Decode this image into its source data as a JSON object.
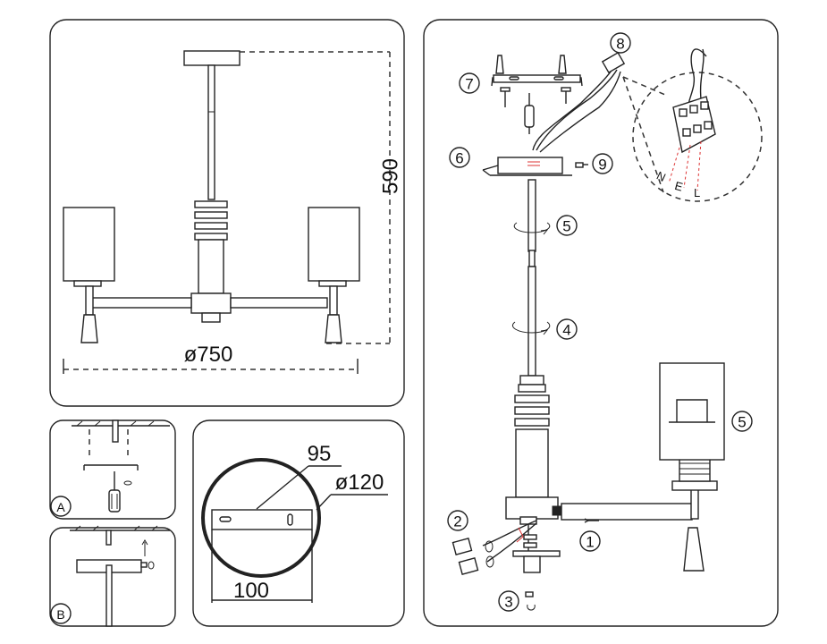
{
  "dimensions": {
    "height": "590",
    "diameter": "ø750",
    "plate_screw_spacing": "95",
    "plate_diameter": "ø120",
    "plate_width": "100"
  },
  "step_labels": {
    "a": "A",
    "b": "B"
  },
  "callouts": {
    "c1": "1",
    "c2": "2",
    "c3": "3",
    "c4": "4",
    "c5a": "5",
    "c5b": "5",
    "c6": "6",
    "c7": "7",
    "c8": "8",
    "c9": "9"
  },
  "wiring": {
    "n": "N",
    "e": "E",
    "l": "L"
  }
}
